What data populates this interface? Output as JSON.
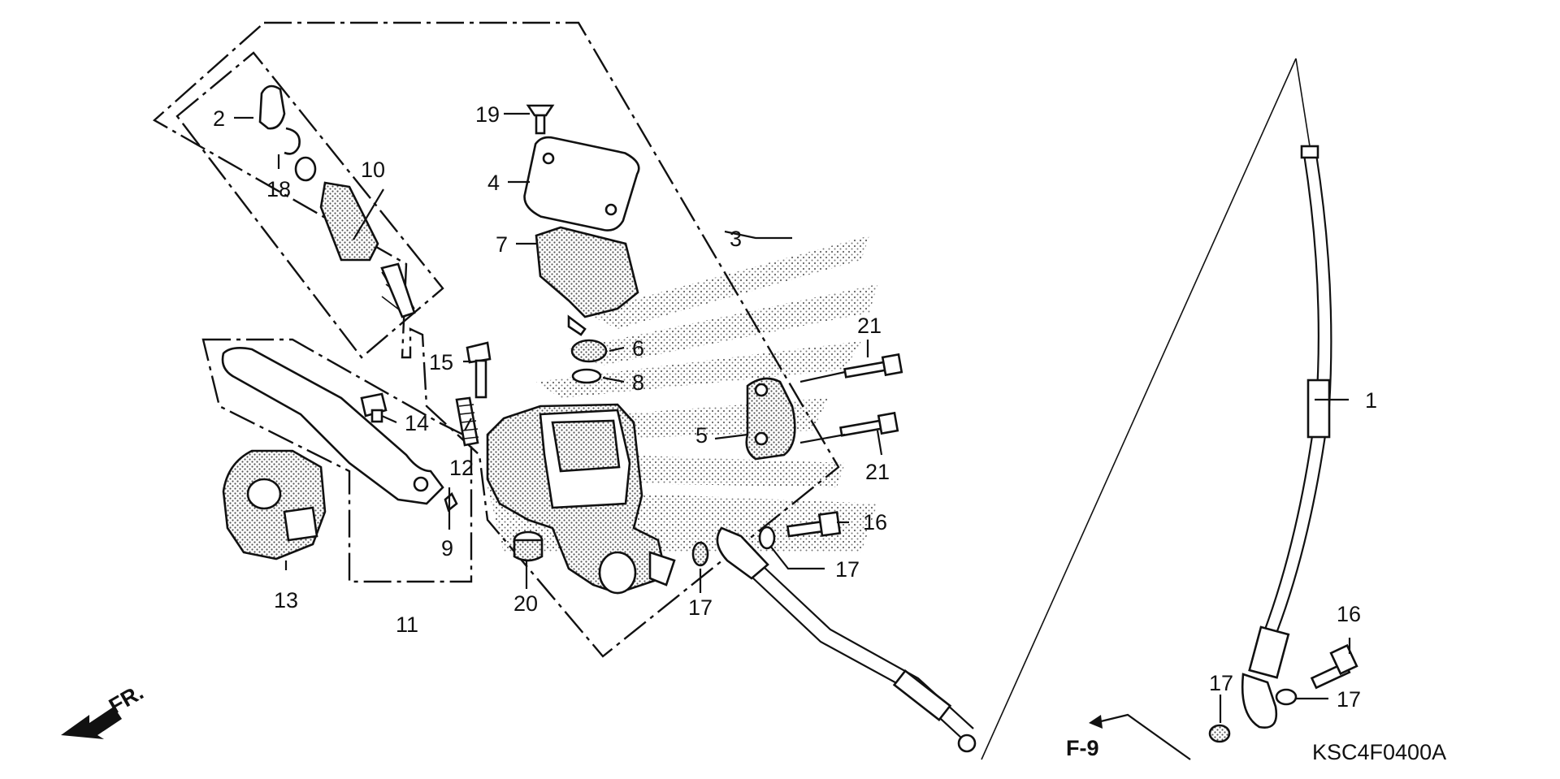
{
  "callouts": {
    "c1": "1",
    "c2": "2",
    "c3": "3",
    "c4": "4",
    "c5": "5",
    "c6": "6",
    "c7": "7",
    "c8": "8",
    "c9": "9",
    "c10": "10",
    "c11": "11",
    "c12": "12",
    "c13": "13",
    "c14a": "14",
    "c15": "15",
    "c16a": "16",
    "c16b": "16",
    "c17a": "17",
    "c17b": "17",
    "c17c": "17",
    "c17d": "17",
    "c18": "18",
    "c19": "19",
    "c20": "20",
    "c21a": "21",
    "c21b": "21"
  },
  "direction_label": "FR.",
  "reference_label": "F-9",
  "diagram_code": "KSC4F0400A"
}
